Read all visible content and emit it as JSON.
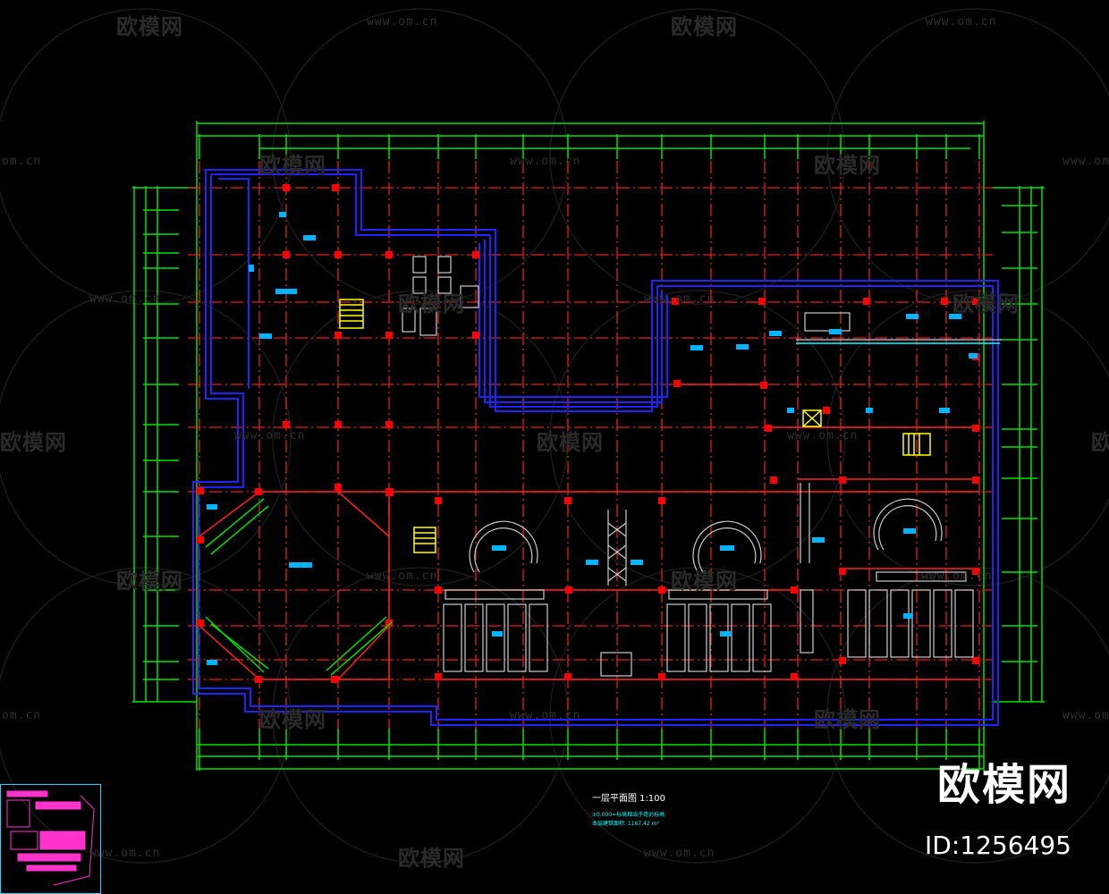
{
  "watermark": {
    "brand": "欧模网",
    "url": "www.om.cn",
    "url_short": "om.cn",
    "id": "ID:1256495"
  },
  "drawing": {
    "title": "一层平面图 1:100",
    "note_line1": "±0.000=标高相当于绝对标高",
    "note_line2": "本层建筑面积: 1167.42 m²"
  },
  "colors": {
    "background": "#000000",
    "dimension": "#00ff00",
    "axis": "#ff2a2a",
    "wall": "#1a1aff",
    "column": "#ff0000",
    "label": "#00b4ff",
    "stair": "#ffff00",
    "fixture": "#cccccc"
  }
}
